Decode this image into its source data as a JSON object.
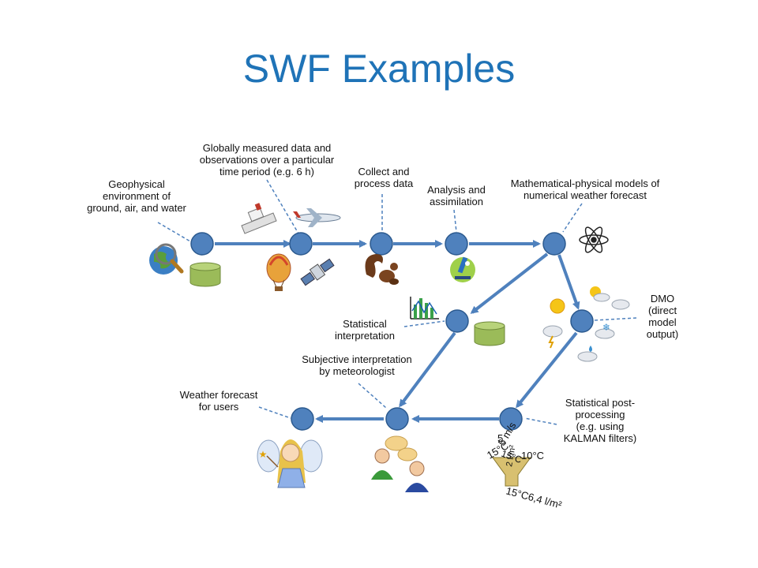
{
  "title": "SWF Examples",
  "labels": {
    "geophysical": [
      "Geophysical",
      "environment of",
      "ground, air, and water"
    ],
    "global_data": [
      "Globally measured data and",
      "observations over a particular",
      "time period (e.g. 6 h)"
    ],
    "collect": [
      "Collect and",
      "process data"
    ],
    "analysis": [
      "Analysis and",
      "assimilation"
    ],
    "models": [
      "Mathematical-physical models of",
      "numerical weather forecast"
    ],
    "dmo": [
      "DMO",
      "(direct",
      "model",
      "output)"
    ],
    "stat_interp": [
      "Statistical",
      "interpretation"
    ],
    "subjective": [
      "Subjective interpretation",
      "by meteorologist"
    ],
    "weather_users": [
      "Weather forecast",
      "for users"
    ],
    "post_proc": [
      "Statistical post-",
      "processing",
      "(e.g. using",
      "KALMAN filters)"
    ]
  },
  "funnel_texts": [
    "5 m/s",
    "10°C",
    "15°C",
    "2 l/m²",
    "5",
    "15°C",
    "15°C6,4 l/m²"
  ],
  "colors": {
    "title": "#1f73b7",
    "node": "#4f81bd",
    "arrow": "#4f81bd",
    "database": "#9bbb59"
  },
  "icons": [
    "globe-magnifier-icon",
    "database-icon",
    "ship-icon",
    "airplane-icon",
    "balloon-icon",
    "satellite-icon",
    "squirrel-icon",
    "microscope-icon",
    "atom-icon",
    "chart-icon",
    "weather-sun-icon",
    "weather-cloud-icon",
    "weather-snow-icon",
    "weather-storm-icon",
    "weather-rain-icon",
    "fairy-icon",
    "meteorologists-icon",
    "funnel-icon"
  ]
}
